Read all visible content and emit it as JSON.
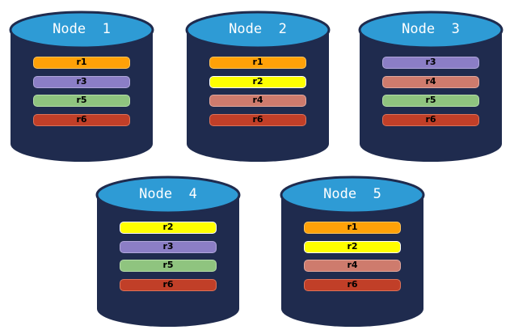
{
  "colors": {
    "background": "#FFFFFF",
    "cylinder_body": "#1F2B4E",
    "cylinder_top": "#2E9BD5",
    "node_label_text": "#FFFFFF",
    "bar_label_text": "#000000"
  },
  "replicas": {
    "r1": {
      "label": "r1",
      "fill": "#FFA108",
      "border": "#FFC55E"
    },
    "r2": {
      "label": "r2",
      "fill": "#FFFF00",
      "border": "#FFFFFF"
    },
    "r3": {
      "label": "r3",
      "fill": "#8B7EC6",
      "border": "#B0A7DB"
    },
    "r4": {
      "label": "r4",
      "fill": "#CE7B6D",
      "border": "#E0A89E"
    },
    "r5": {
      "label": "r5",
      "fill": "#8FC47F",
      "border": "#B6DCA9"
    },
    "r6": {
      "label": "r6",
      "fill": "#C13F28",
      "border": "#DB7259"
    }
  },
  "nodes": [
    {
      "id": "node-1",
      "label": "Node  1",
      "replicas": [
        "r1",
        "r3",
        "r5",
        "r6"
      ]
    },
    {
      "id": "node-2",
      "label": "Node  2",
      "replicas": [
        "r1",
        "r2",
        "r4",
        "r6"
      ]
    },
    {
      "id": "node-3",
      "label": "Node  3",
      "replicas": [
        "r3",
        "r4",
        "r5",
        "r6"
      ]
    },
    {
      "id": "node-4",
      "label": "Node  4",
      "replicas": [
        "r2",
        "r3",
        "r5",
        "r6"
      ]
    },
    {
      "id": "node-5",
      "label": "Node  5",
      "replicas": [
        "r1",
        "r2",
        "r4",
        "r6"
      ]
    }
  ]
}
